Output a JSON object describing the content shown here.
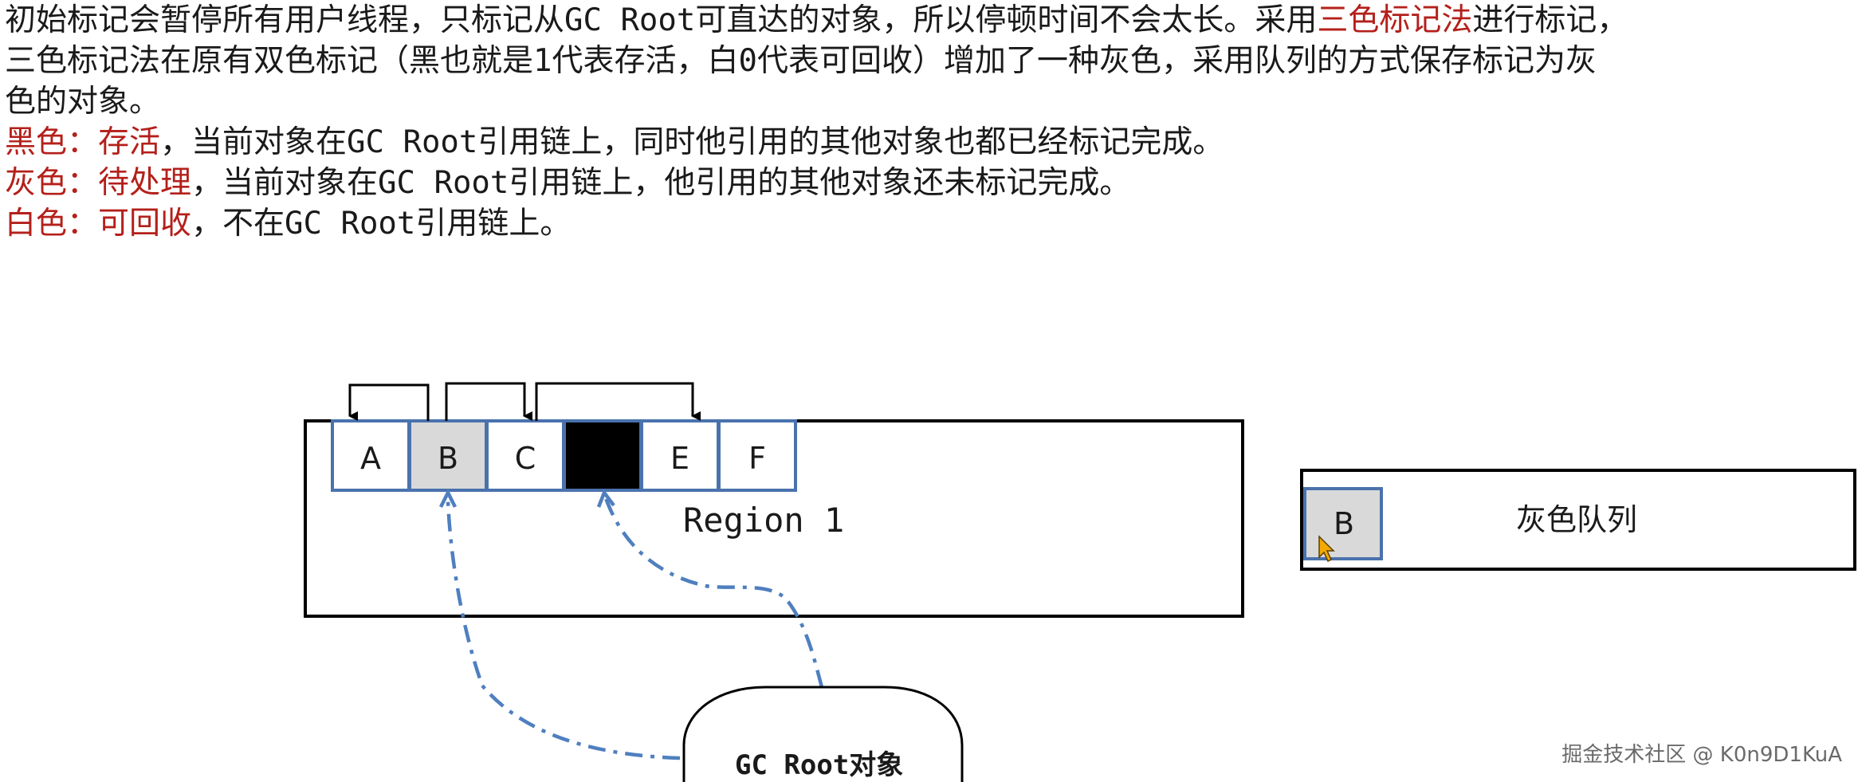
{
  "paragraph": {
    "line1_a": "初始标记会暂停所有用户线程，只标记从",
    "line1_gc": "GC Root",
    "line1_b": "可直达的对象，所以停顿时间不会太长。采用",
    "line1_red": "三色标记法",
    "line1_c": "进行标记，",
    "line2_a": "三色标记法在原有双色标记（黑也就是",
    "line2_one": "1",
    "line2_b": "代表存活，白",
    "line2_zero": "0",
    "line2_c": "代表可回收）增加了一种灰色，采用队列的方式保存标记为灰",
    "line3": "色的对象。"
  },
  "definitions": [
    {
      "key": "黑色：存活",
      "before": "，当前对象在",
      "gc": "GC Root",
      "after": "引用链上，同时他引用的其他对象也都已经标记完成。"
    },
    {
      "key": "灰色：待处理",
      "before": "，当前对象在",
      "gc": "GC Root",
      "after": "引用链上，他引用的其他对象还未标记完成。"
    },
    {
      "key": "白色：可回收",
      "before": "，不在",
      "gc": "GC Root",
      "after": "引用链上。"
    }
  ],
  "diagram": {
    "region_label": "Region 1",
    "cells": [
      {
        "label": "A",
        "state": "white"
      },
      {
        "label": "B",
        "state": "gray"
      },
      {
        "label": "C",
        "state": "white"
      },
      {
        "label": "",
        "state": "black"
      },
      {
        "label": "E",
        "state": "white"
      },
      {
        "label": "F",
        "state": "white"
      }
    ],
    "queue_label": "灰色队列",
    "queue_items": [
      "B"
    ],
    "gc_root_label": "GC Root对象",
    "colors": {
      "cell_border": "#4a72ad",
      "gray_fill": "#d9d9d9",
      "black_fill": "#000000",
      "dash_arrow": "#4f7fbf",
      "red_text": "#b4201b"
    }
  },
  "watermark": "掘金技术社区 @ K0n9D1KuA"
}
